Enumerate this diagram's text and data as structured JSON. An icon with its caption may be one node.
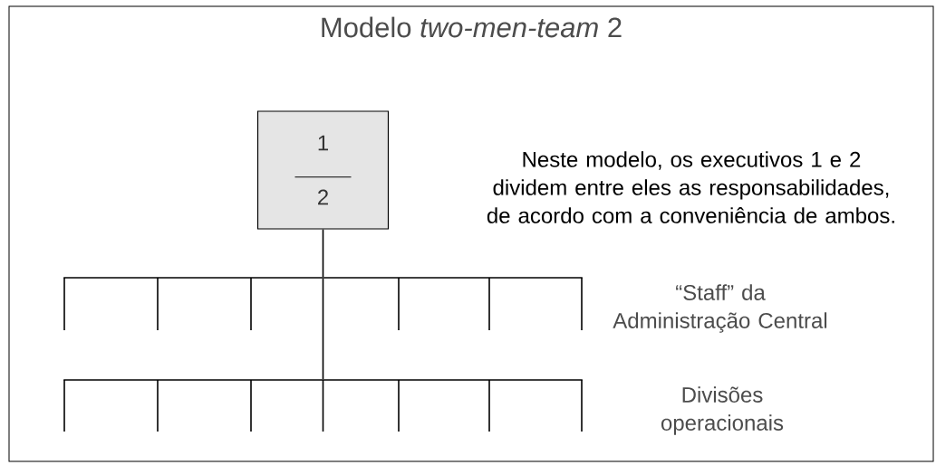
{
  "diagram": {
    "title": "Modelo *two-men-team* 2",
    "nodes": [
      {
        "text": [
          "1",
          "2"
        ]
      },
      {
        "text": [],
        "shape": "bar"
      },
      {
        "text": [],
        "shape": "bar"
      }
    ],
    "edges": [
      {
        "from": 0,
        "to": 1,
        "arrow": "none"
      },
      {
        "from": 1,
        "to": 2,
        "arrow": "none"
      }
    ],
    "labels": [
      "Neste modelo, os executivos 1 e 2 dividem entre eles as responsabilidades, de acordo com a conveniência de ambos.",
      "“Staff” da Administração Central",
      "Divisões operacionais"
    ]
  }
}
